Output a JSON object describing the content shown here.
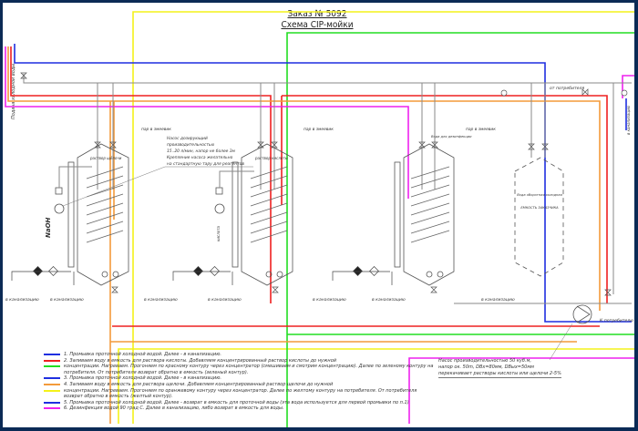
{
  "header": {
    "order": "Заказ № 5092",
    "scheme": "Схема CIP-мойки"
  },
  "colors": {
    "blue": "#1f2fe0",
    "red": "#ee2020",
    "green": "#22dd22",
    "orange": "#f39a3a",
    "yellow": "#f4f21a",
    "magenta": "#ee22ee",
    "gray_pipe": "#8a8a8a",
    "border": "#0b2a55"
  },
  "labels": {
    "cold_water_supply": "Подача холодной воды",
    "steam_1": "пар в змеевик",
    "steam_2": "пар в змеевик",
    "steam_3": "пар в змеевик",
    "from_consumer": "от потребителя",
    "to_consumer": "К потребителю",
    "to_drain": "в канализацию",
    "to_drain_right": "в канализацию",
    "naoh": "NaOH",
    "acid": "кислота",
    "tank1": "раствор щёлочи",
    "tank2": "раствор кислоты",
    "tank3": "Вода для дезинфекции",
    "tank4_line1": "Вода оборотная холодная",
    "tank4_line2": "ЕМКОСТЬ ЗАКАЗЧИКА",
    "dosing_pump_note": [
      "Насос дозирующий",
      "производительностью",
      "15..20 л/мин, напор не более 3м",
      "Крепление насоса желательно",
      "на стандартную тару для реагентов"
    ]
  },
  "pump_note": [
    "Насос производительностью 50 куб.м,",
    "напор ок. 50m, DВх=80мм, DВых=50мм",
    "перекачивает растворы кислоты или щелочи 2-5%"
  ],
  "legend": [
    {
      "color": "blue",
      "text": "1. Промывка проточной холодной водой. Далее - в канализацию."
    },
    {
      "color": "red",
      "text": "2. Заливаем воду в емкость для раствора кислоты. Добавляем концентрированный раствор кислоты до нужной"
    },
    {
      "color": "green",
      "text": "концентрации. Нагреваем. Прогоняем по красному контуру через концентратор (смешиваем и смотрим концентрацию). Далее по зеленому контуру на потребителя. От потребителя возврат обратно в емкость (зеленый контур)."
    },
    {
      "color": "blue",
      "text": "3. Промывка проточной холодной водой. Далее - в канализацию."
    },
    {
      "color": "orange",
      "text": "4. Заливаем воду в емкость для раствора щелочи. Добавляем концентрированный раствор щелочи до нужной"
    },
    {
      "color": "yellow",
      "text": "концентрации. Нагреваем. Прогоняем по оранжевому контуру через концентратор. Далее по желтому контуру на потребителя. От потребителя возврат обратно в емкость (желтый контур)."
    },
    {
      "color": "blue",
      "text": "5. Промывка проточной холодной водой. Далее - возврат в емкость для проточной воды (эта вода используется для первой промывки по п.1)"
    },
    {
      "color": "magenta",
      "text": "6. Дезинфекция водой 90 град С. Далее в канализацию, либо возврат в емкость для воды."
    }
  ]
}
